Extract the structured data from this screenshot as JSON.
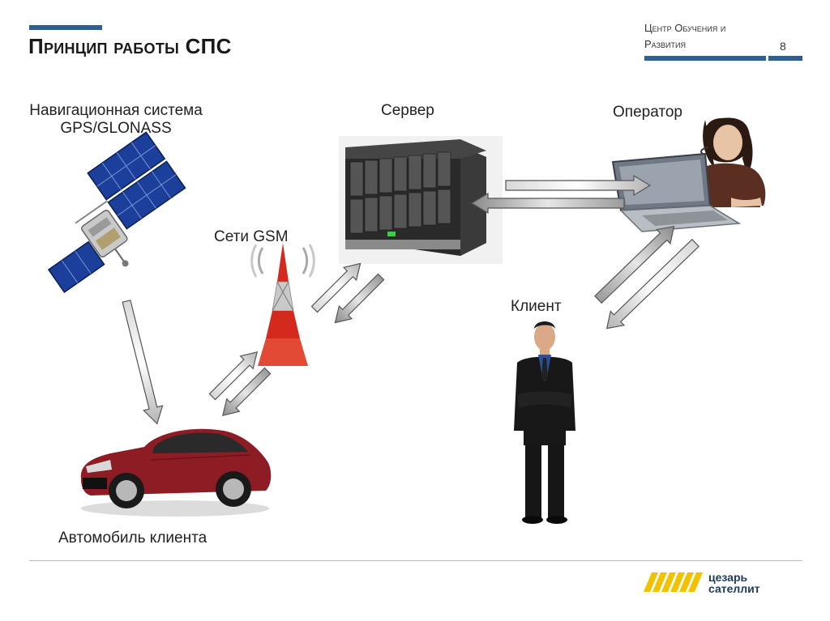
{
  "header": {
    "title": "Принцип работы СПС",
    "org_line1": "Центр Обучения и",
    "org_line2": "Развития",
    "page_number": "8"
  },
  "nodes": {
    "satellite": "Навигационная система\nGPS/GLONASS",
    "satellite_line1": "Навигационная система",
    "satellite_line2": "GPS/GLONASS",
    "server": "Сервер",
    "operator": "Оператор",
    "gsm": "Сети GSM",
    "client": "Клиент",
    "car": "Автомобиль клиента"
  },
  "footer": {
    "logo_line1": "цезарь",
    "logo_line2": "сателлит"
  },
  "colors": {
    "accent": "#2f5f91",
    "logo_yellow": "#f2c200",
    "logo_text": "#1b3a5c"
  }
}
